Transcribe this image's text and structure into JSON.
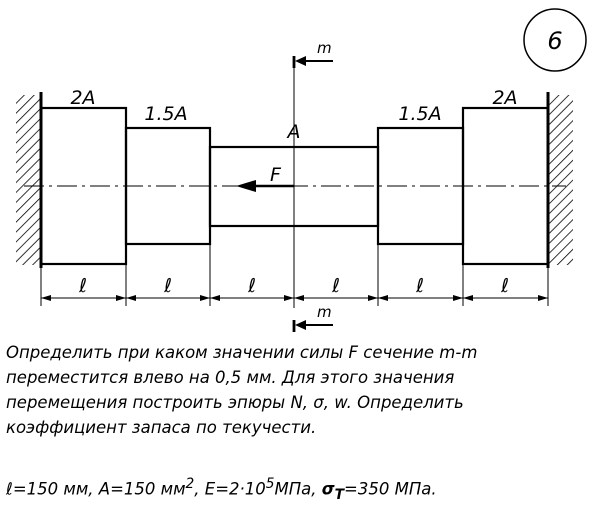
{
  "problem_number": "6",
  "section_label": "m",
  "force_label": "F",
  "segments": [
    {
      "area": "2A",
      "length": "ℓ"
    },
    {
      "area": "1.5A",
      "length": "ℓ"
    },
    {
      "area": "A",
      "length": "ℓ"
    },
    {
      "area": "",
      "length": "ℓ"
    },
    {
      "area": "1.5A",
      "length": "ℓ"
    },
    {
      "area": "2A",
      "length": "ℓ"
    }
  ],
  "task_lines": [
    "Определить при каком значении силы F сечение m-m",
    "переместится влево на 0,5 мм. Для этого значения",
    "перемещения  построить эпюры N, σ, w. Определить",
    "коэффициент запаса по текучести."
  ],
  "params": {
    "l": "ℓ=150 мм,",
    "A_text": "A=150 мм",
    "A_sup": "2",
    "E_text": "E=2·10",
    "E_sup": "5",
    "E_unit": "МПа,",
    "sigma": "σ",
    "sigma_sub": "T",
    "sigma_val": "=350 МПа."
  }
}
